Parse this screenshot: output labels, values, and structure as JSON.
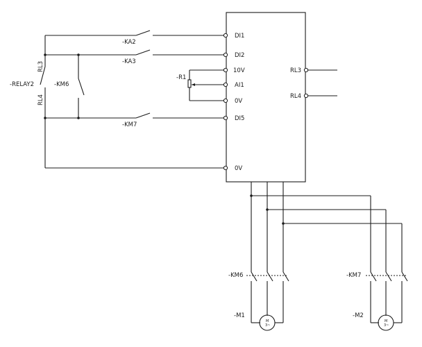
{
  "drive": {
    "terminals_left": [
      "DI1",
      "DI2",
      "10V",
      "AI1",
      "0V",
      "DI5",
      "0V"
    ],
    "terminals_right": [
      "RL3",
      "RL4"
    ]
  },
  "relay": {
    "label": "-RELAY2",
    "contact_top": "RL3",
    "contact_bottom": "RL4"
  },
  "contacts": {
    "ka2": "-KA2",
    "ka3": "-KA3",
    "km6": "-KM6",
    "km7": "-KM7"
  },
  "potentiometer": "-R1",
  "contactors": {
    "km6": "-KM6",
    "km7": "-KM7"
  },
  "motors": {
    "m1": {
      "label": "-M1",
      "symbol_top": "M",
      "symbol_bottom": "3~"
    },
    "m2": {
      "label": "-M2",
      "symbol_top": "M",
      "symbol_bottom": "3~"
    }
  }
}
